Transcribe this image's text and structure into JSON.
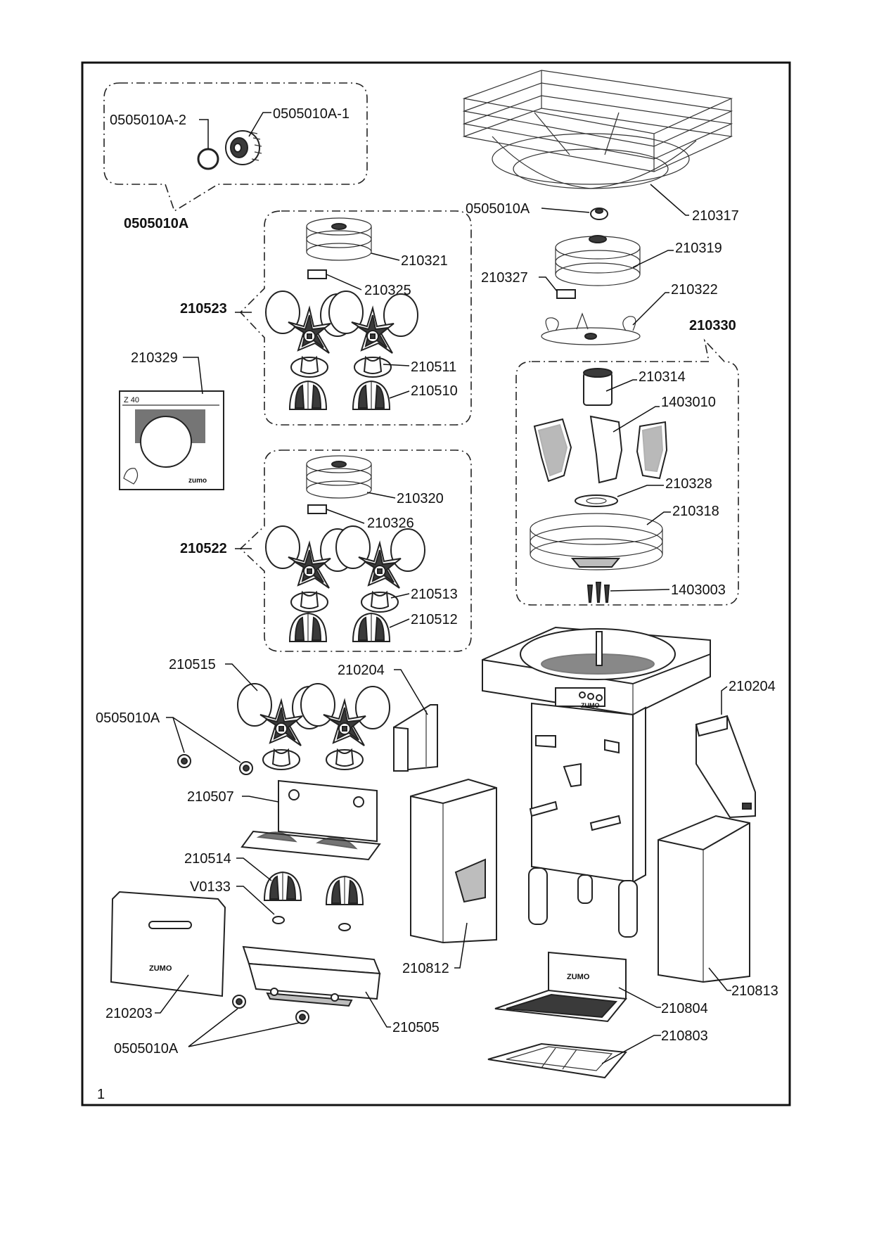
{
  "page_number": "1",
  "labels": {
    "l_0505010A_2": "0505010A-2",
    "l_0505010A_1": "0505010A-1",
    "l_0505010A_kit": "0505010A",
    "l_0505010A_top": "0505010A",
    "l_210317": "210317",
    "l_210321": "210321",
    "l_210325": "210325",
    "l_210523": "210523",
    "l_210511": "210511",
    "l_210510": "210510",
    "l_210319": "210319",
    "l_210327": "210327",
    "l_210322": "210322",
    "l_210330": "210330",
    "l_210329": "210329",
    "l_210314": "210314",
    "l_1403010": "1403010",
    "l_210328": "210328",
    "l_210318": "210318",
    "l_1403003": "1403003",
    "l_210320": "210320",
    "l_210326": "210326",
    "l_210522": "210522",
    "l_210513": "210513",
    "l_210512": "210512",
    "l_210515": "210515",
    "l_210204_left": "210204",
    "l_210204_right": "210204",
    "l_0505010A_mid": "0505010A",
    "l_210507": "210507",
    "l_210514": "210514",
    "l_V0133": "V0133",
    "l_210812": "210812",
    "l_210813": "210813",
    "l_210804": "210804",
    "l_210803": "210803",
    "l_210203": "210203",
    "l_210505": "210505",
    "l_0505010A_bottom": "0505010A"
  },
  "decal": {
    "model": "Z 40",
    "brand": "zumo"
  },
  "machine_brand": "ZUMO",
  "tray_brand": "ZUMO",
  "cover_brand": "ZUMO"
}
